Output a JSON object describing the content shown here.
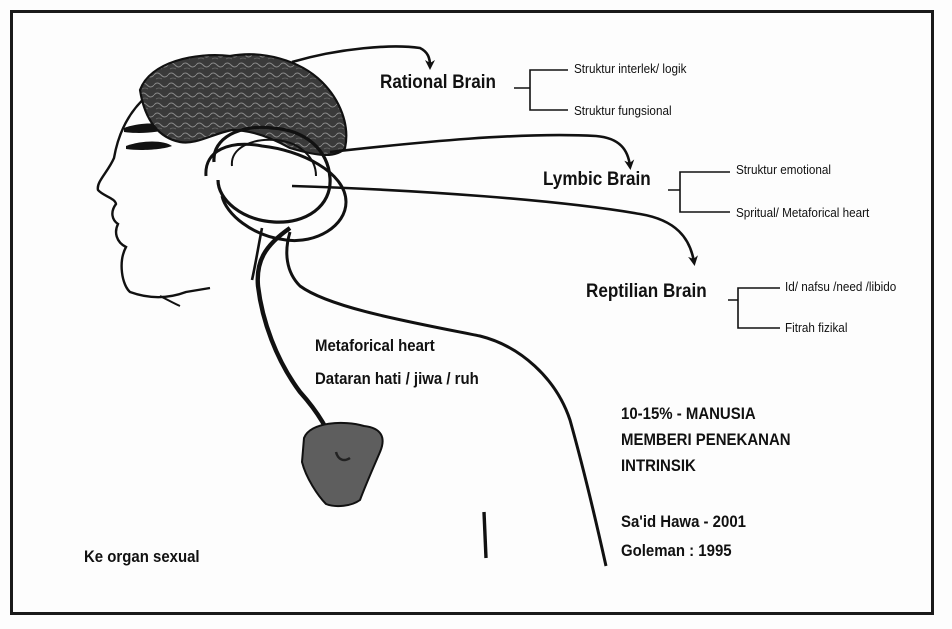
{
  "brains": {
    "rational": {
      "label": "Rational Brain",
      "items": [
        "Struktur interlek/ logik",
        "Struktur fungsional"
      ]
    },
    "lymbic": {
      "label": "Lymbic Brain",
      "items": [
        "Struktur emotional",
        "Spritual/ Metaforical heart"
      ]
    },
    "reptilian": {
      "label": "Reptilian Brain",
      "items": [
        "Id/ nafsu /need /libido",
        "Fitrah fizikal"
      ]
    }
  },
  "heart": {
    "line1": "Metaforical heart",
    "line2": "Dataran hati / jiwa / ruh"
  },
  "statement": {
    "line1": "10-15% - MANUSIA",
    "line2": "MEMBERI PENEKANAN",
    "line3": "INTRINSIK"
  },
  "references": {
    "line1": "Sa'id Hawa - 2001",
    "line2": "Goleman : 1995"
  },
  "organ_label": "Ke organ sexual",
  "colors": {
    "ink": "#111111",
    "brain_fill": "#3d3d3d",
    "heart_fill": "#5e5e5e",
    "background": "#fdfdfd"
  }
}
